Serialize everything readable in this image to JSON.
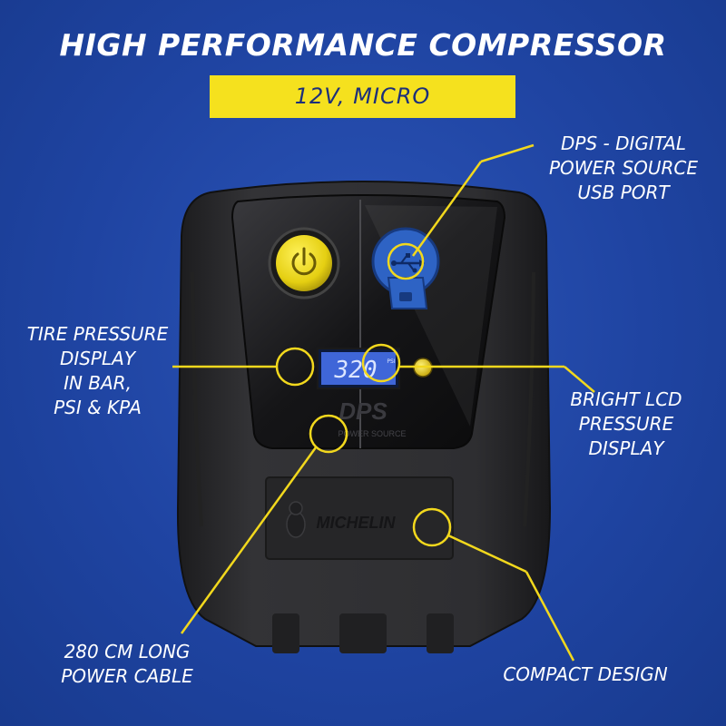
{
  "title": "HIGH PERFORMANCE COMPRESSOR",
  "subtitle": "12V, MICRO",
  "callouts": {
    "usb_port": [
      "DPS - DIGITAL",
      "POWER SOURCE",
      "USB PORT"
    ],
    "tire_display": [
      "TIRE PRESSURE",
      "DISPLAY",
      "IN BAR,",
      "PSI & KPA"
    ],
    "lcd_display": [
      "BRIGHT LCD",
      "PRESSURE",
      "DISPLAY"
    ],
    "power_cable": [
      "280 CM LONG",
      "POWER CABLE"
    ],
    "compact_design": [
      "COMPACT DESIGN"
    ]
  },
  "device": {
    "lcd_reading": "320",
    "lcd_unit": "PSI",
    "dps_label": "DPS",
    "power_source_label": "POWER SOURCE",
    "brand": "MICHELIN"
  },
  "colors": {
    "background": "#1f44a2",
    "accent_yellow": "#f5e11e",
    "callout_yellow": "#f2d81d",
    "lcd_blue": "#3f66d8",
    "usb_port_blue": "#2e63c4",
    "device_body": "#2b2b2d"
  },
  "icons": [
    "power-icon",
    "usb-icon"
  ]
}
